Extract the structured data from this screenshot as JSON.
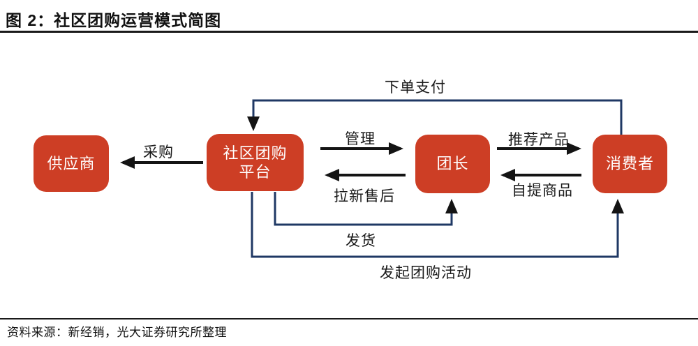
{
  "header": {
    "title": "图 2：社区团购运营模式简图"
  },
  "footer": {
    "source": "资料来源：新经销，光大证券研究所整理"
  },
  "colors": {
    "node_fill": "#cd3e25",
    "node_text": "#ffffff",
    "arrow_black": "#1a1a1a",
    "elbow_navy": "#1f3864"
  },
  "diagram": {
    "nodes": [
      {
        "id": "supplier",
        "label": "供应商"
      },
      {
        "id": "platform",
        "lines": [
          "社区团购",
          "平台"
        ]
      },
      {
        "id": "leader",
        "label": "团长"
      },
      {
        "id": "consumer",
        "label": "消费者"
      }
    ],
    "edges": [
      {
        "id": "procurement",
        "label": "采购",
        "from": "platform",
        "to": "supplier"
      },
      {
        "id": "manage",
        "label": "管理",
        "from": "platform",
        "to": "leader"
      },
      {
        "id": "acquire-aftersales",
        "label": "拉新售后",
        "from": "leader",
        "to": "platform"
      },
      {
        "id": "recommend-products",
        "label": "推荐产品",
        "from": "leader",
        "to": "consumer"
      },
      {
        "id": "self-pickup",
        "label": "自提商品",
        "from": "consumer",
        "to": "leader"
      },
      {
        "id": "order-pay",
        "label": "下单支付",
        "from": "consumer",
        "to": "platform"
      },
      {
        "id": "ship",
        "label": "发货",
        "from": "platform",
        "to": "leader"
      },
      {
        "id": "initiate-groupbuy",
        "label": "发起团购活动",
        "from": "platform",
        "to": "consumer"
      }
    ]
  }
}
